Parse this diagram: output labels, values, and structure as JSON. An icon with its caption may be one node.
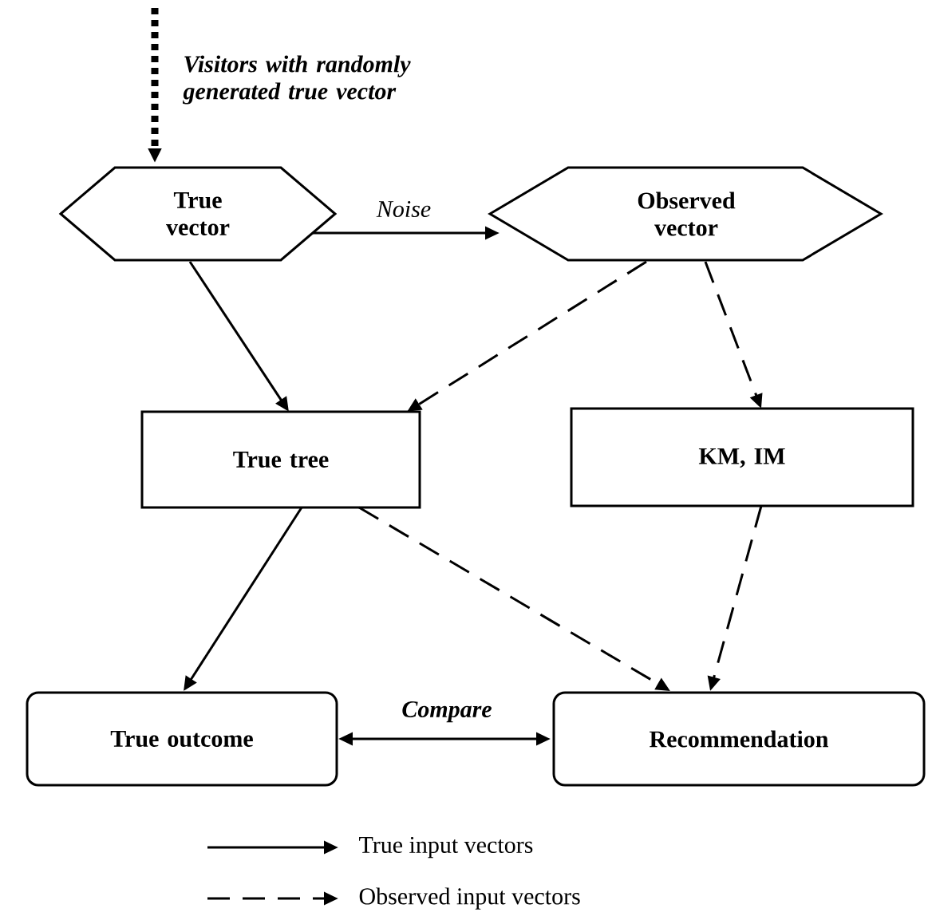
{
  "diagram": {
    "nodes": [
      {
        "text": [
          "True vector"
        ]
      },
      {
        "text": [
          "Observed vector"
        ]
      },
      {
        "text": [
          "True tree"
        ]
      },
      {
        "text": [
          "KM, IM"
        ]
      },
      {
        "text": [
          "True outcome"
        ]
      },
      {
        "text": [
          "Recommendation"
        ]
      }
    ],
    "edges": [
      {
        "from": null,
        "to": 0,
        "arrow": "to",
        "style": "dashed",
        "label": "Visitors with randomly generated true vector"
      },
      {
        "from": 0,
        "to": 1,
        "arrow": "to",
        "label": "Noise"
      },
      {
        "from": 0,
        "to": 2,
        "arrow": "to"
      },
      {
        "from": 1,
        "to": 2,
        "arrow": "to",
        "style": "dashed"
      },
      {
        "from": 1,
        "to": 3,
        "arrow": "to",
        "style": "dashed"
      },
      {
        "from": 2,
        "to": 4,
        "arrow": "to"
      },
      {
        "from": 2,
        "to": 5,
        "arrow": "to",
        "style": "dashed"
      },
      {
        "from": 3,
        "to": 5,
        "arrow": "to",
        "style": "dashed"
      },
      {
        "from": 4,
        "to": 5,
        "arrow": "both",
        "label": "Compare"
      }
    ],
    "legend": [
      {
        "text": "True input vectors"
      },
      {
        "text": "Observed input vectors"
      }
    ]
  }
}
